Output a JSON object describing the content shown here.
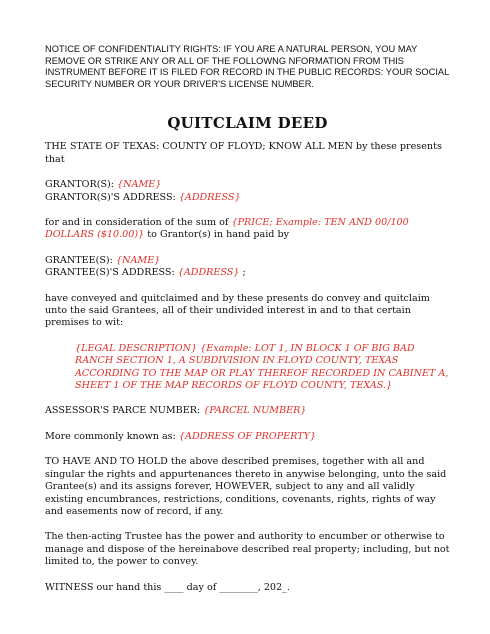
{
  "notice": "NOTICE OF CONFIDENTIALITY RIGHTS: IF YOU ARE A NATURAL PERSON, YOU MAY REMOVE OR STRIKE ANY OR ALL OF THE FOLLOWNG NFORMATION FROM THIS INSTRUMENT BEFORE IT IS FILED FOR RECORD IN THE PUBLIC RECORDS: YOUR SOCIAL SECURITY NUMBER OR YOUR DRIVER'S LICENSE NUMBER.",
  "title": "QUITCLAIM DEED",
  "state_line": "THE STATE OF TEXAS: COUNTY OF FLOYD;  KNOW ALL MEN by these presents that",
  "grantor": {
    "label": "GRANTOR(S):",
    "placeholder": "{NAME}",
    "address_label": "GRANTOR(S)'S ADDRESS:",
    "address_placeholder": "{ADDRESS}"
  },
  "consideration": {
    "prefix": "for and in consideration of the sum of",
    "price_placeholder": "{PRICE; Example:  TEN AND 00/100 DOLLARS ($10.00)}",
    "suffix": "to Grantor(s) in hand paid by"
  },
  "grantee": {
    "label": "GRANTEE(S):",
    "placeholder": "{NAME}",
    "address_label": "GRANTEE(S)'S ADDRESS:",
    "address_placeholder": "{ADDRESS}",
    "address_suffix": ";"
  },
  "convey": "have conveyed and quitclaimed and by these presents do convey and quitclaim unto the said Grantees, all of their undivided interest in and to that certain premises to wit:",
  "legal_description": "{LEGAL DESCRIPTION} {Example:  LOT 1, IN BLOCK 1 OF BIG BAD RANCH SECTION 1, A SUBDIVISION IN FLOYD COUNTY, TEXAS ACCORDING TO THE MAP OR PLAY THEREOF RECORDED IN CABINET A, SHEET 1 OF THE MAP RECORDS OF FLOYD COUNTY, TEXAS.}",
  "parcel": {
    "label": "ASSESSOR'S PARCE NUMBER:",
    "placeholder": "{PARCEL NUMBER}"
  },
  "known_as": {
    "label": "More commonly known as:",
    "placeholder": "{ADDRESS OF PROPERTY}"
  },
  "habendum": "TO HAVE AND TO HOLD the above described premises, together with all and singular the rights and appurtenances thereto in anywise belonging, unto the said Grantee(s) and its assigns forever, HOWEVER, subject to any and all validly existing encumbrances, restrictions, conditions, covenants, rights, rights of way and easements now of record, if any.",
  "trustee": "The then-acting Trustee has the power and authority to encumber or otherwise to manage and dispose of the hereinabove described real property; including, but not limited to, the power to convey.",
  "witness": "WITNESS our hand this ____ day of ________, 202_."
}
